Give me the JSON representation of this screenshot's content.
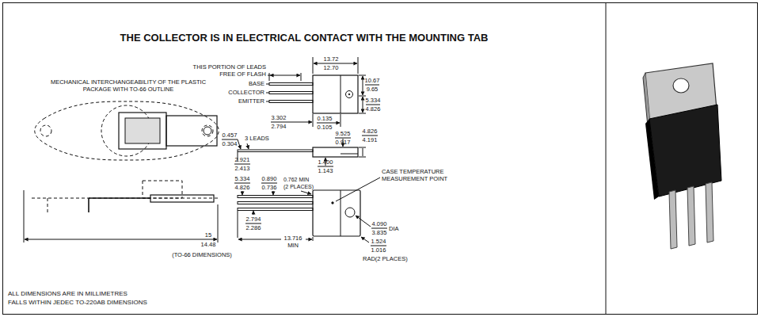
{
  "diagram": {
    "title": "THE COLLECTOR IS IN ELECTRICAL CONTACT WITH THE MOUNTING TAB",
    "labels": [
      "MECHANICAL INTERCHANGEABILITY OF THE PLASTIC PACKAGE WITH TO-66 OUTLINE",
      "THIS PORTION OF LEADS FREE OF FLASH",
      "BASE",
      "COLLECTOR",
      "EMITTER",
      "13.72",
      "12.70",
      "10.67",
      "9.65",
      "5.334",
      "4.826",
      "3.302",
      "2.794",
      "0.135",
      "0.105",
      "0.457",
      "0.304",
      "3 LEADS",
      "9.525",
      "0.917",
      "4.826",
      "4.191",
      "2.921",
      "2.413",
      "1.400",
      "1.143",
      "5.334",
      "4.826",
      "0.890",
      "0.736",
      "0.762 MIN (2 PLACES)",
      "CASE TEMPERATURE MEASUREMENT POINT",
      "4.090",
      "3.835",
      "DIA",
      "1.524",
      "1.016",
      "RAD(2 PLACES)",
      "2.794",
      "2.286",
      "13.716 MIN",
      "15",
      "14.48",
      "(TO-66 DIMENSIONS)",
      "ALL DIMENSIONS ARE IN MILLIMETRES",
      "FALLS WITHIN JEDEC TO-220AB DIMENSIONS"
    ]
  }
}
